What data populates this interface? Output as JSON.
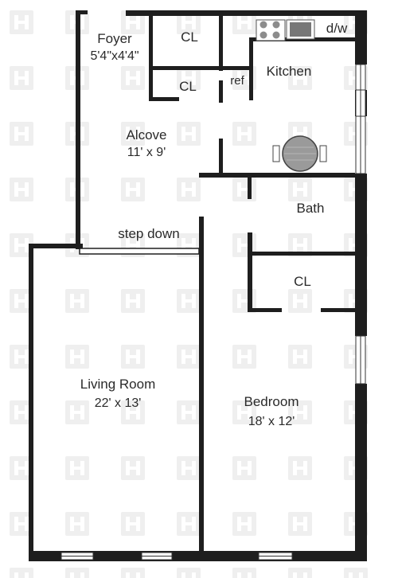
{
  "rooms": {
    "foyer": {
      "name": "Foyer",
      "dims": "5'4\"x4'4\""
    },
    "closet_foyer_upper": {
      "name": "CL"
    },
    "closet_foyer_lower": {
      "name": "CL"
    },
    "refrigerator": {
      "name": "ref"
    },
    "kitchen": {
      "name": "Kitchen"
    },
    "dishwasher": {
      "name": "d/w"
    },
    "alcove": {
      "name": "Alcove",
      "dims": "11' x 9'"
    },
    "bath": {
      "name": "Bath"
    },
    "step_down": {
      "name": "step down"
    },
    "closet_bedroom": {
      "name": "CL"
    },
    "living_room": {
      "name": "Living Room",
      "dims": "22' x 13'"
    },
    "bedroom": {
      "name": "Bedroom",
      "dims": "18' x 12'"
    }
  },
  "colors": {
    "wall": "#1e1e1e",
    "watermark": "#f1f1f1",
    "fixture": "#9a9a9a",
    "text": "#2a2a2a"
  }
}
